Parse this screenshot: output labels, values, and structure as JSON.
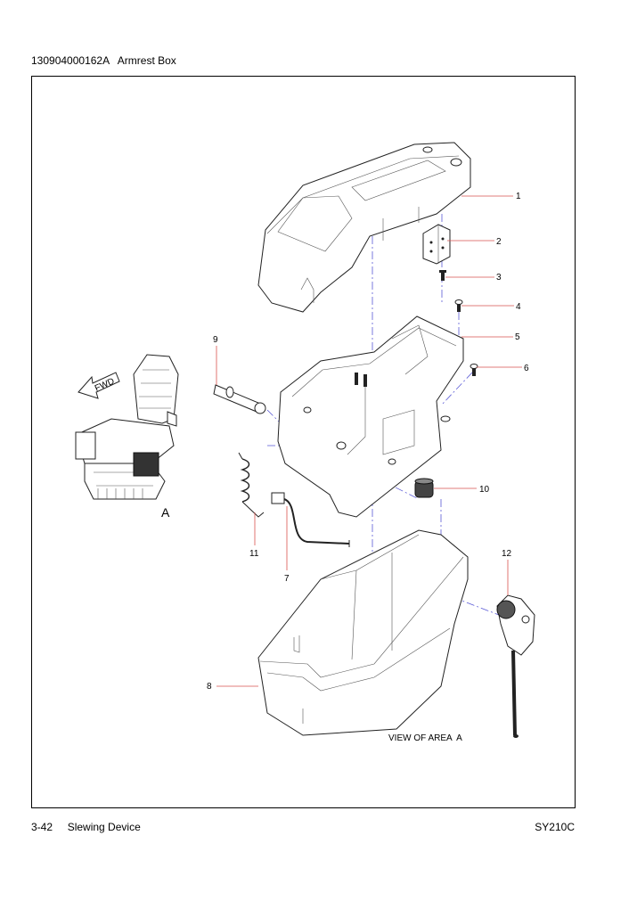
{
  "header": {
    "part_number": "130904000162A",
    "title": "Armrest Box"
  },
  "footer": {
    "page": "3-42",
    "section": "Slewing Device",
    "model": "SY210C"
  },
  "drawing": {
    "callouts": [
      "1",
      "2",
      "3",
      "4",
      "5",
      "6",
      "7",
      "8",
      "9",
      "10",
      "11",
      "12"
    ],
    "view_marker": "A",
    "fwd_label": "FWD",
    "view_caption": "VIEW OF AREA  A"
  }
}
